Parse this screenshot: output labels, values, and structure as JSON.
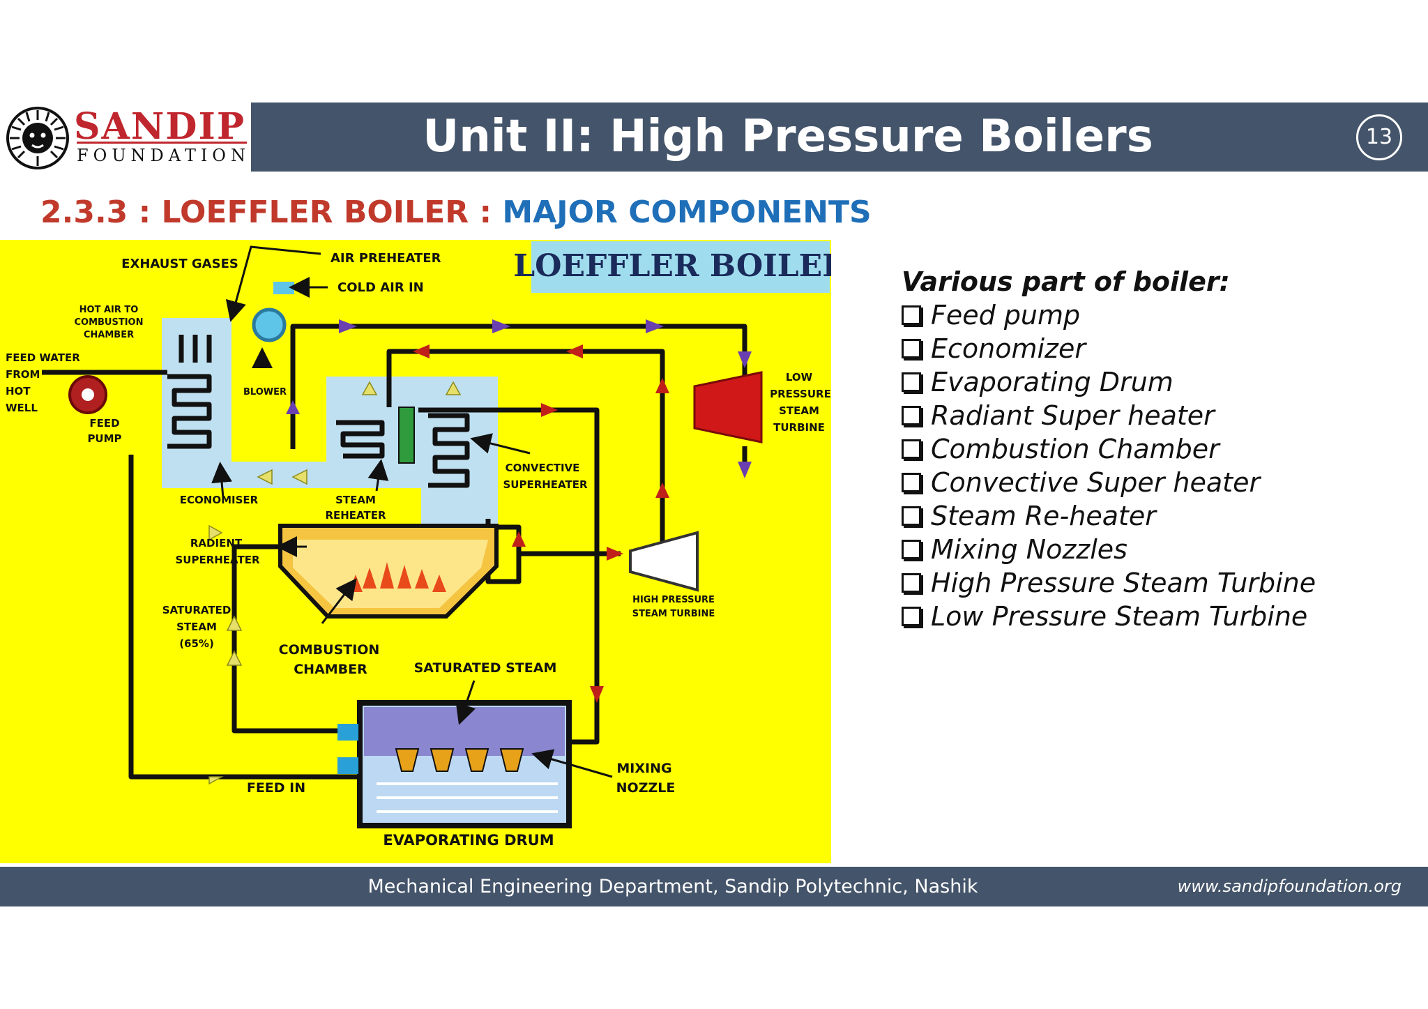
{
  "header": {
    "logo_name": "SANDIP",
    "logo_sub": "FOUNDATION",
    "title": "Unit II: High Pressure Boilers",
    "page_number": "13"
  },
  "subtitle": {
    "part_a": "2.3.3 : LOEFFLER BOILER : ",
    "part_b": "MAJOR COMPONENTS"
  },
  "diagram": {
    "banner": "LOEFFLER BOILER",
    "labels": {
      "exhaust_gases": "EXHAUST GASES",
      "air_preheater": "AIR PREHEATER",
      "cold_air_in": "COLD AIR IN",
      "hot_air_1": "HOT AIR TO",
      "hot_air_2": "COMBUSTION",
      "hot_air_3": "CHAMBER",
      "feed_water_1": "FEED WATER",
      "feed_water_2": "FROM",
      "feed_water_3": "HOT",
      "feed_water_4": "WELL",
      "feed_pump_1": "FEED",
      "feed_pump_2": "PUMP",
      "blower": "BLOWER",
      "economiser": "ECONOMISER",
      "steam_reheater_1": "STEAM",
      "steam_reheater_2": "REHEATER",
      "convective_1": "CONVECTIVE",
      "convective_2": "SUPERHEATER",
      "lp_turbine_1": "LOW",
      "lp_turbine_2": "PRESSURE",
      "lp_turbine_3": "STEAM",
      "lp_turbine_4": "TURBINE",
      "radient_1": "RADIENT",
      "radient_2": "SUPERHEATER",
      "hp_turbine_1": "HIGH PRESSURE",
      "hp_turbine_2": "STEAM TURBINE",
      "saturated_1": "SATURATED",
      "saturated_2": "STEAM",
      "saturated_3": "(65%)",
      "combustion_1": "COMBUSTION",
      "combustion_2": "CHAMBER",
      "saturated_steam": "SATURATED STEAM",
      "mixing_1": "MIXING",
      "mixing_2": "NOZZLE",
      "feed_in": "FEED IN",
      "evaporating_drum": "EVAPORATING DRUM"
    }
  },
  "parts": {
    "title": "Various part of boiler:",
    "items": [
      "Feed pump",
      "Economizer",
      "Evaporating Drum",
      "Radiant Super heater",
      "Combustion Chamber",
      "Convective Super heater",
      "Steam Re-heater",
      "Mixing Nozzles",
      "High Pressure Steam Turbine",
      "Low Pressure Steam Turbine"
    ]
  },
  "footer": {
    "text": "Mechanical Engineering Department, Sandip Polytechnic, Nashik",
    "url": "www.sandipfoundation.org"
  },
  "colors": {
    "header_bg": "#44546a",
    "subtitle_red": "#c0392b",
    "subtitle_blue": "#1f6fb8",
    "diagram_bg": "#ffff00",
    "pipe": "#111111",
    "flow_red": "#c0201a",
    "flow_purple": "#6a3fb0",
    "flow_yellow": "#d8d860"
  }
}
